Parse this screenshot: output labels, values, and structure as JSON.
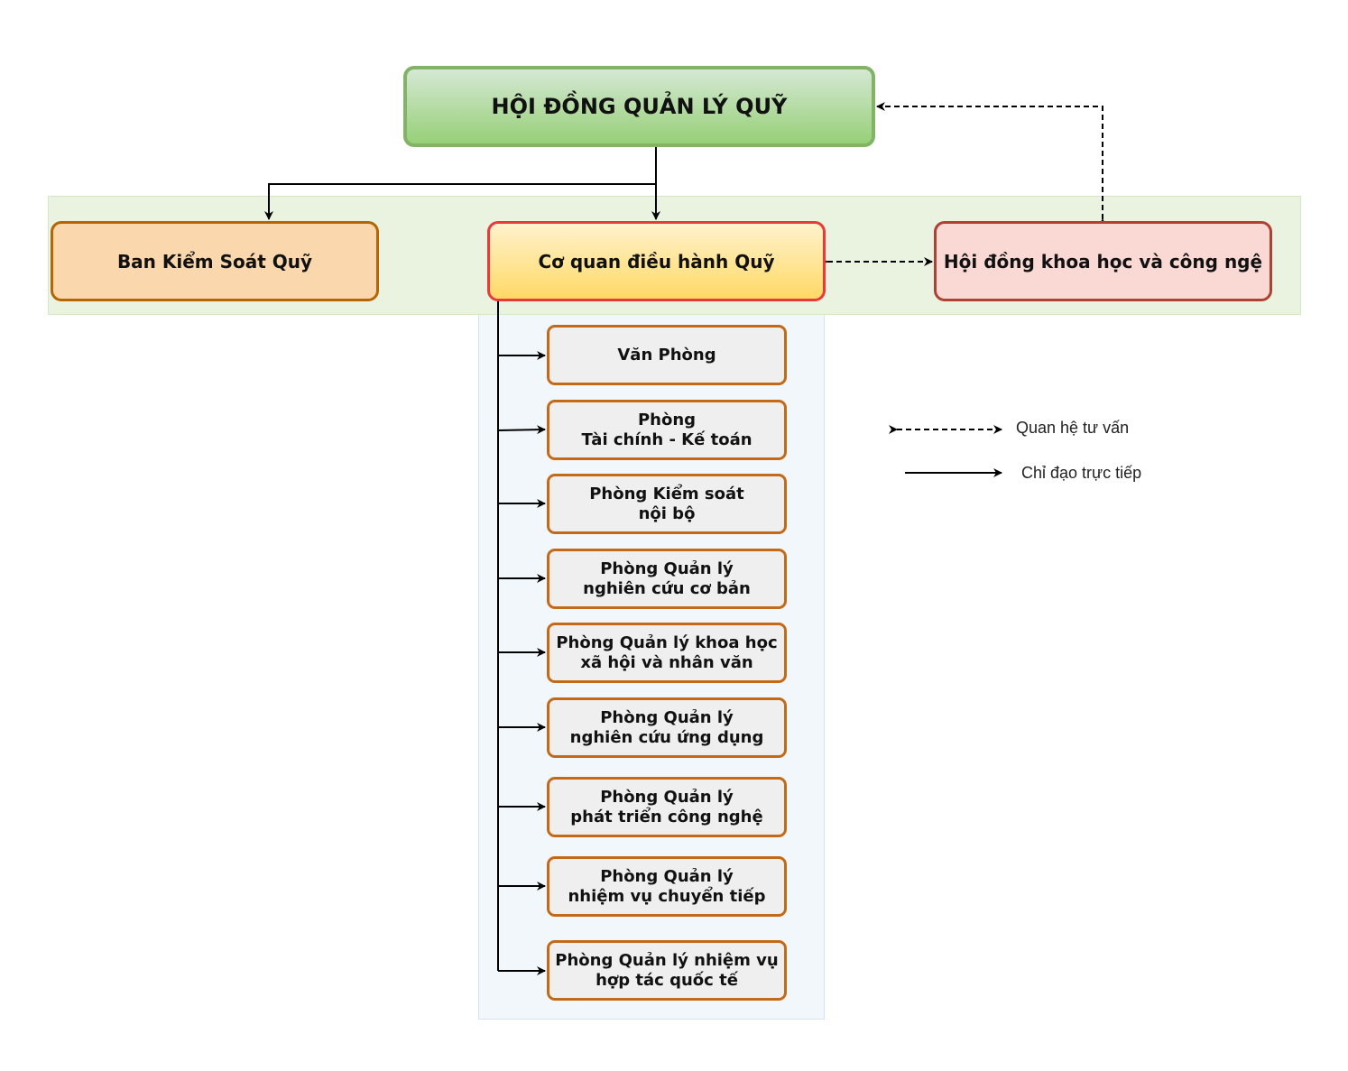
{
  "top": {
    "title": "HỘI ĐỒNG QUẢN LÝ QUỸ"
  },
  "tier2": {
    "ban_kiem_soat": "Ban Kiểm Soát Quỹ",
    "co_quan_dieu_hanh": "Cơ quan điều hành Quỹ",
    "hoi_dong_khcn": "Hội đồng khoa học và công ngệ"
  },
  "departments": [
    "Văn Phòng",
    "Phòng\nTài chính - Kế toán",
    "Phòng Kiểm soát\nnội bộ",
    "Phòng Quản lý\nnghiên cứu cơ bản",
    "Phòng Quản lý khoa học\nxã hội và nhân văn",
    "Phòng Quản lý\nnghiên cứu ứng dụng",
    "Phòng Quản lý\nphát triển công nghệ",
    "Phòng Quản lý\nnhiệm vụ chuyển tiếp",
    "Phòng Quản lý nhiệm vụ\nhợp tác quốc tế"
  ],
  "legend": {
    "advisory": "Quan hệ tư vấn",
    "direct": "Chỉ đạo trực tiếp"
  }
}
